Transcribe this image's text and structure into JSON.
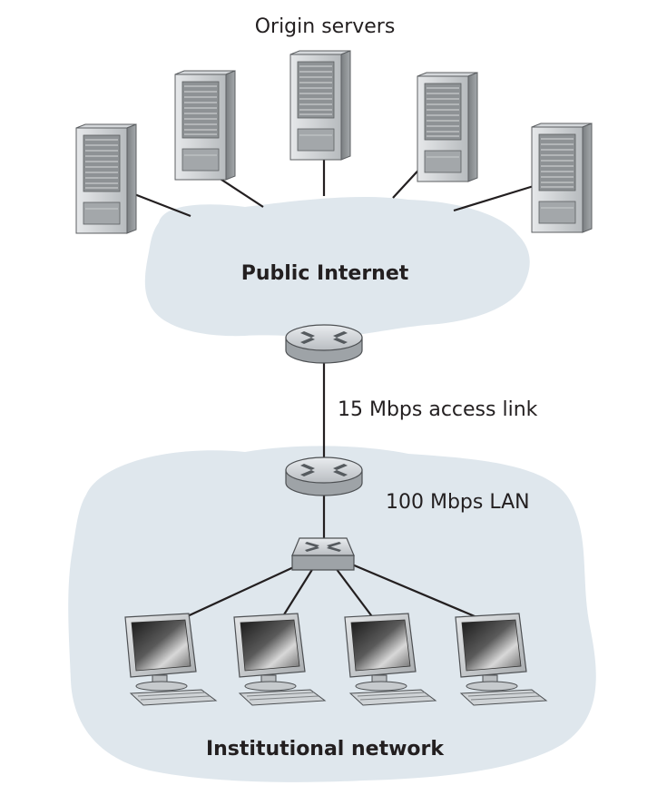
{
  "diagram": {
    "origin_servers_label": "Origin servers",
    "public_internet_label": "Public Internet",
    "access_link_label": "15 Mbps access link",
    "lan_label": "100 Mbps LAN",
    "institutional_network_label": "Institutional network"
  },
  "colors": {
    "cloud": "#dde6ec",
    "server_front": "#c9cccf",
    "server_side": "#8f9396",
    "router": "#c8ccd0",
    "line": "#231f20",
    "text": "#231f20"
  }
}
